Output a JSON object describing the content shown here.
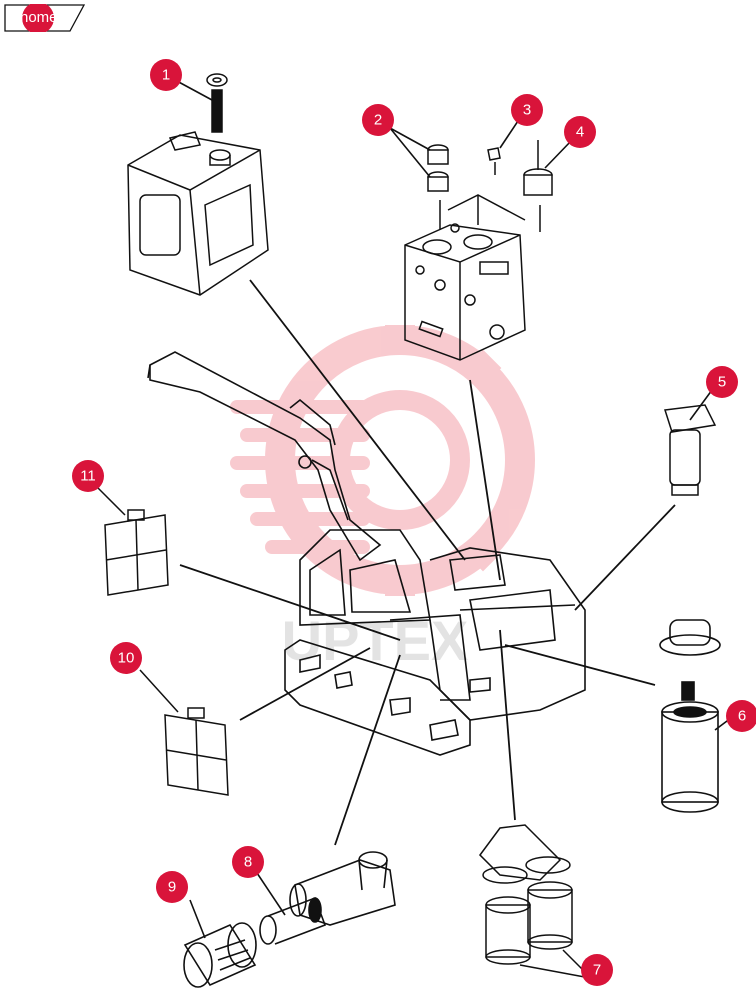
{
  "home_button": {
    "label": "home"
  },
  "watermark": {
    "text": "UPTEX"
  },
  "callouts": [
    "1",
    "2",
    "3",
    "4",
    "5",
    "6",
    "7",
    "8",
    "9",
    "10",
    "11"
  ],
  "colors": {
    "callout": "#d9143a",
    "line": "#111111",
    "watermark": "#f4a0a8"
  },
  "icons": [
    "home-icon"
  ]
}
